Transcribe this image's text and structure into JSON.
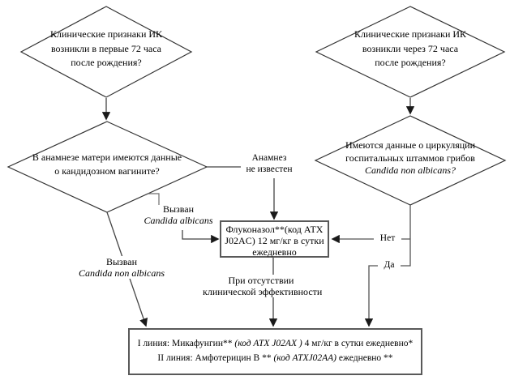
{
  "flowchart": {
    "tl_diamond": {
      "l1": "Клинические признаки ИК",
      "l2": "возникли в первые 72 часа",
      "l3": "после рождения?"
    },
    "tr_diamond": {
      "l1": "Клинические признаки ИК",
      "l2": "возникли через 72 часа",
      "l3": "после рождения?"
    },
    "lm_diamond": {
      "l1": "В анамнезе матери имеются данные",
      "l2": "о кандидозном вагините?"
    },
    "rm_diamond": {
      "l1": "Имеются данные о циркуляции",
      "l2": "госпитальных штаммов грибов",
      "l3": "Candida non albicans?"
    },
    "anamnesis_unknown": {
      "l1": "Анамнез",
      "l2": "не известен"
    },
    "caused_albicans": {
      "l1": "Вызван",
      "l2": "Candida albicans"
    },
    "caused_non_albicans": {
      "l1": "Вызван",
      "l2": "Candida non albicans"
    },
    "no_label": "Нет",
    "yes_label": "Да",
    "fluconazole_box": {
      "l1": "Флуконазол**(код АТХ",
      "l2": "J02AC) 12 мг/кг в сутки",
      "l3": "ежедневно"
    },
    "no_efficacy": {
      "l1": "При отсутствии",
      "l2": "клинической эффективности"
    },
    "therapy_box": {
      "l1a": "I линия: Микафунгин** ",
      "l1b": "(код АТХ J02AX ) ",
      "l1c": "4 мг/кг в сутки ежедневно*",
      "l2a": "II линия: Амфотерицин В ** ",
      "l2b": "(код АТХJ02AA) ",
      "l2c": "ежедневно **"
    },
    "colors": {
      "line": "#454545",
      "diamond_border": "#333333",
      "box_border": "#595959",
      "text": "#000000",
      "background": "#ffffff"
    }
  }
}
